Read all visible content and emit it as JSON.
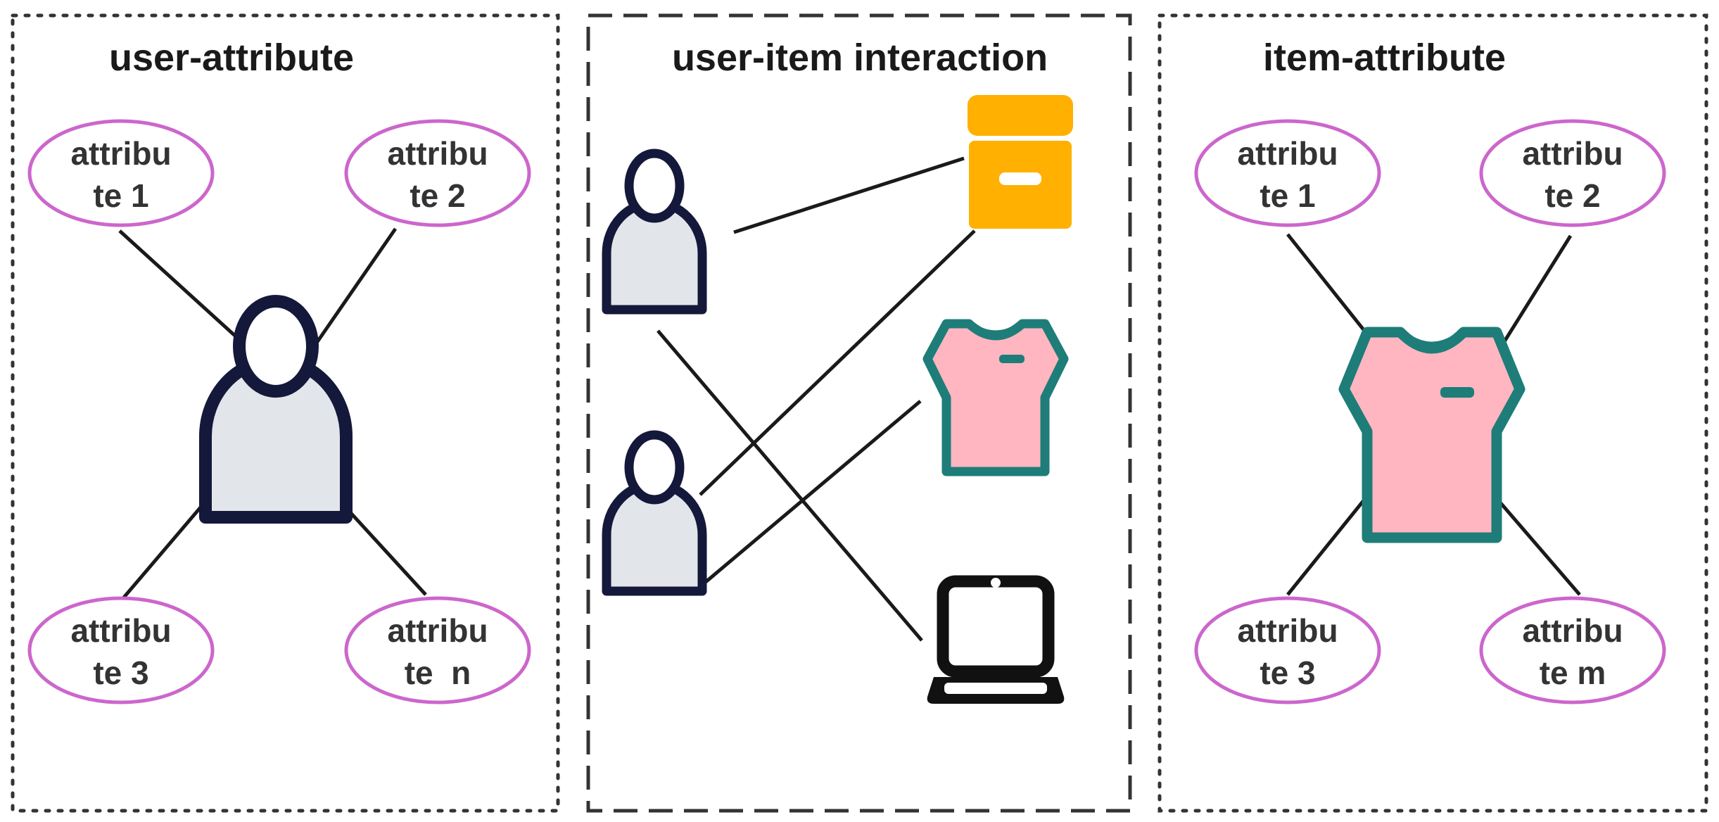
{
  "colors": {
    "attribute_outline": "#cc66cc",
    "person_outline": "#14183a",
    "person_fill": "#e2e5ea",
    "box_icon": "#ffb000",
    "shirt_fill": "#ffb6c1",
    "shirt_outline": "#1e7d78",
    "laptop": "#111111",
    "connector": "#1a1a1a"
  },
  "panels": {
    "user_attribute": {
      "title": "user-attribute",
      "attributes": {
        "a1": {
          "line1": "attribu",
          "line2": "te 1"
        },
        "a2": {
          "line1": "attribu",
          "line2": "te 2"
        },
        "a3": {
          "line1": "attribu",
          "line2": "te 3"
        },
        "an": {
          "line1": "attribu",
          "line2": "te  n"
        }
      }
    },
    "interaction": {
      "title": "user-item interaction",
      "icons": [
        "person-icon",
        "person-icon",
        "box-icon",
        "shirt-icon",
        "laptop-icon"
      ]
    },
    "item_attribute": {
      "title": "item-attribute",
      "attributes": {
        "a1": {
          "line1": "attribu",
          "line2": "te 1"
        },
        "a2": {
          "line1": "attribu",
          "line2": "te 2"
        },
        "a3": {
          "line1": "attribu",
          "line2": "te 3"
        },
        "am": {
          "line1": "attribu",
          "line2": "te m"
        }
      }
    }
  }
}
